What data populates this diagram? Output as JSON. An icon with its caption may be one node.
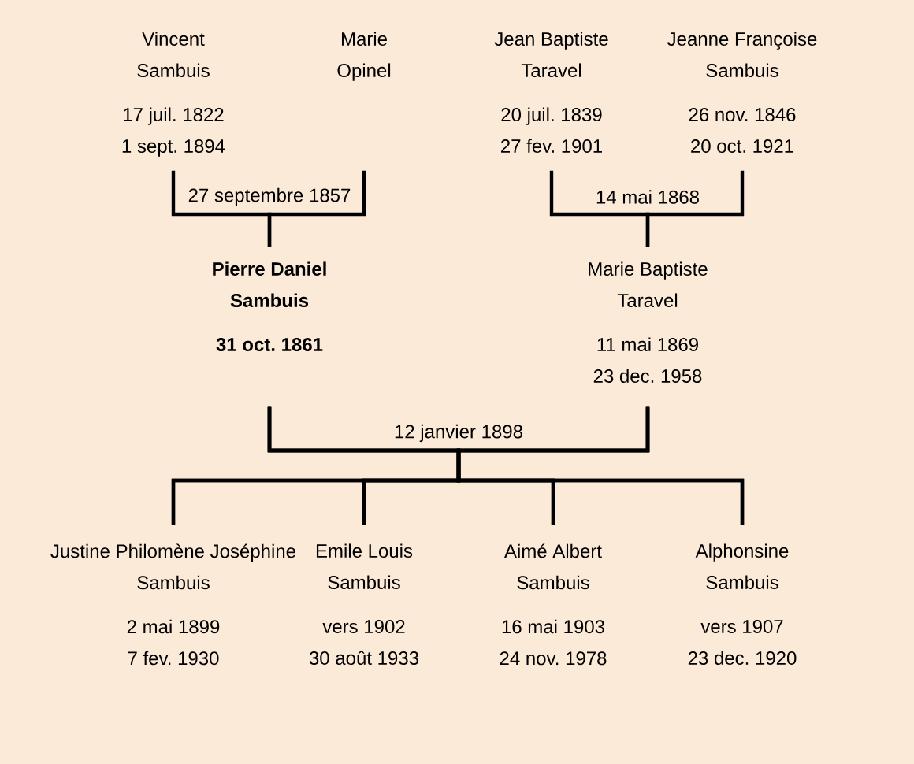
{
  "diagram": {
    "nodes": [
      {
        "text": [
          "Vincent Sambuis",
          "17 juil. 1822",
          "1 sept. 1894"
        ]
      },
      {
        "text": [
          "Marie Opinel"
        ]
      },
      {
        "text": [
          "Jean Baptiste Taravel",
          "20 juil. 1839",
          "27 fev. 1901"
        ]
      },
      {
        "text": [
          "Jeanne Françoise Sambuis",
          "26 nov. 1846",
          "20 oct. 1921"
        ]
      },
      {
        "text": [
          "Pierre Daniel Sambuis",
          "31 oct. 1861"
        ]
      },
      {
        "text": [
          "Marie Baptiste Taravel",
          "11 mai 1869",
          "23 dec. 1958"
        ]
      },
      {
        "text": [
          "Justine Philomène Joséphine Sambuis",
          "2 mai 1899",
          "7 fev. 1930"
        ]
      },
      {
        "text": [
          "Emile Louis Sambuis",
          "vers 1902",
          "30 août 1933"
        ]
      },
      {
        "text": [
          "Aimé Albert Sambuis",
          "16 mai 1903",
          "24 nov. 1978"
        ]
      },
      {
        "text": [
          "Alphonsine Sambuis",
          "vers 1907",
          "23 dec. 1920"
        ]
      }
    ],
    "edges": [
      {
        "from": 0,
        "to": 4,
        "arrow": "none",
        "label": "27 septembre 1857"
      },
      {
        "from": 1,
        "to": 4,
        "arrow": "none"
      },
      {
        "from": 2,
        "to": 5,
        "arrow": "none",
        "label": "14 mai 1868"
      },
      {
        "from": 3,
        "to": 5,
        "arrow": "none"
      },
      {
        "from": 4,
        "to": 6,
        "arrow": "none",
        "label": "12 janvier 1898"
      },
      {
        "from": 4,
        "to": 7,
        "arrow": "none"
      },
      {
        "from": 4,
        "to": 8,
        "arrow": "none"
      },
      {
        "from": 4,
        "to": 9,
        "arrow": "none"
      },
      {
        "from": 5,
        "to": 6,
        "arrow": "none"
      },
      {
        "from": 5,
        "to": 7,
        "arrow": "none"
      },
      {
        "from": 5,
        "to": 8,
        "arrow": "none"
      },
      {
        "from": 5,
        "to": 9,
        "arrow": "none"
      }
    ]
  }
}
